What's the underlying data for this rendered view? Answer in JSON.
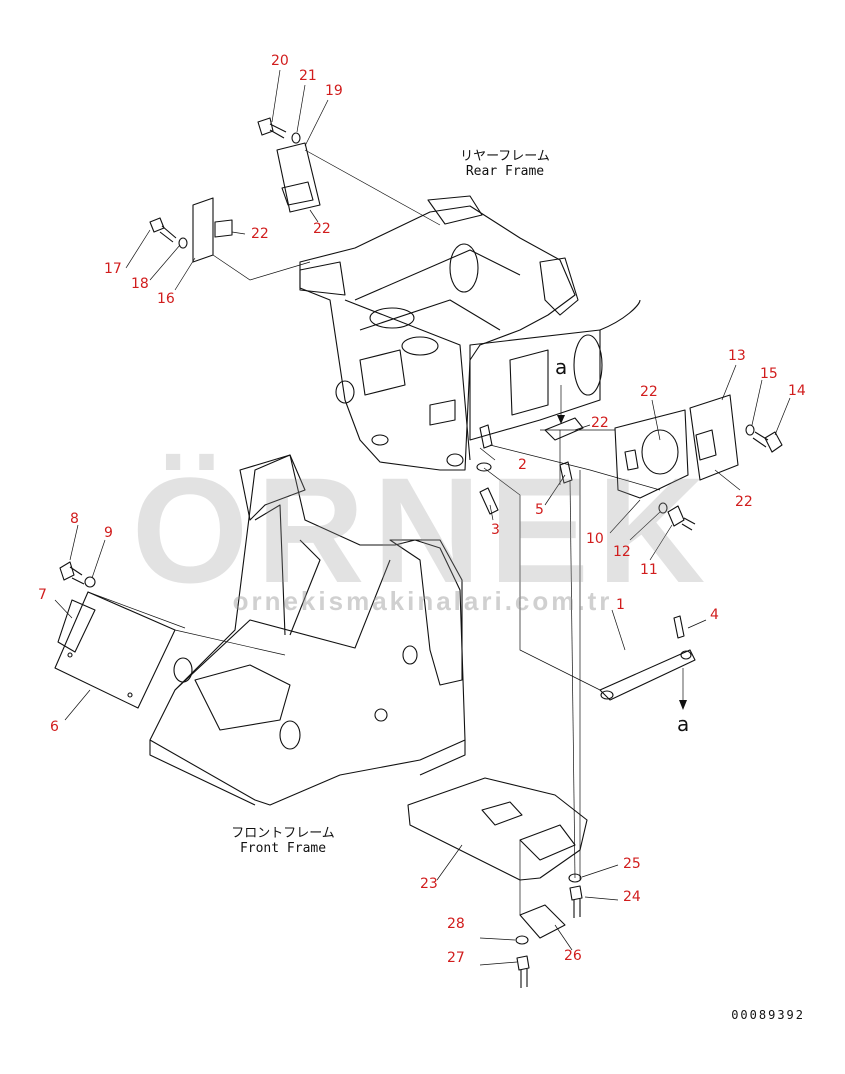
{
  "labels": {
    "rear_frame_jp": "リヤーフレーム",
    "rear_frame_en": "Rear Frame",
    "front_frame_jp": "フロントフレーム",
    "front_frame_en": "Front Frame",
    "view_a_top": "a",
    "view_a_bottom": "a",
    "drawing_number": "00089392"
  },
  "watermark": {
    "logo": "ÖRNEK",
    "url": "ornekismakinalari.com.tr"
  },
  "callouts": [
    "1",
    "2",
    "3",
    "4",
    "5",
    "6",
    "7",
    "8",
    "9",
    "10",
    "11",
    "12",
    "13",
    "14",
    "15",
    "16",
    "17",
    "18",
    "19",
    "20",
    "21",
    "22",
    "22",
    "22",
    "22",
    "22",
    "23",
    "24",
    "25",
    "26",
    "27",
    "28"
  ],
  "colors": {
    "callout": "#d11d1d",
    "line": "#111111",
    "watermark": "#969696"
  }
}
